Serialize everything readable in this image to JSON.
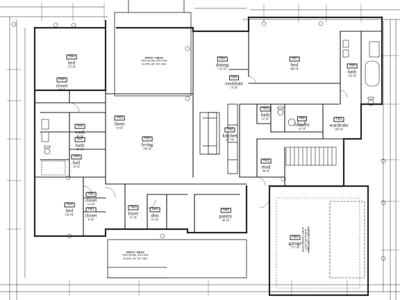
{
  "rooms": [
    {
      "id": "bed-nw",
      "tag": "7844",
      "name": "bed",
      "area": "176 SF"
    },
    {
      "id": "closet-nw",
      "tag": "7845",
      "name": "closet",
      "area": "29 SF"
    },
    {
      "id": "wash",
      "tag": "7846",
      "name": "wash",
      "area": "30 SF"
    },
    {
      "id": "bath-mid",
      "tag": "7847",
      "name": "bath",
      "area": "45 SF"
    },
    {
      "id": "hall",
      "tag": "7848",
      "name": "hall",
      "area": "19 SF"
    },
    {
      "id": "bed-sw",
      "tag": "7849",
      "name": "bed",
      "area": "156 SF"
    },
    {
      "id": "closet-sw-1",
      "tag": "7850",
      "name": "closet",
      "area": "14 SF"
    },
    {
      "id": "closet-sw-2",
      "tag": "7851",
      "name": "closet",
      "area": "8 SF"
    },
    {
      "id": "linen",
      "tag": "7852",
      "name": "linen",
      "area": "14 SF"
    },
    {
      "id": "living",
      "tag": "7853",
      "name": "living",
      "area": "350 SF"
    },
    {
      "id": "dining",
      "tag": "7854",
      "name": "dining",
      "area": "135 SF"
    },
    {
      "id": "vestibule",
      "tag": "7855",
      "name": "vestibule",
      "area": "19 SF"
    },
    {
      "id": "kitchen",
      "tag": "7856",
      "name": "kitchen",
      "area": "247 SF"
    },
    {
      "id": "bed-master",
      "tag": "7857",
      "name": "bed",
      "area": "306 SF"
    },
    {
      "id": "bath-master",
      "tag": "7858",
      "name": "bath",
      "area": "156 SF"
    },
    {
      "id": "bath-pwd",
      "tag": "7859",
      "name": "bath",
      "area": "22 SF"
    },
    {
      "id": "laundry",
      "tag": "7860",
      "name": "laundry",
      "area": "41 SF"
    },
    {
      "id": "wardrobe",
      "tag": "7861",
      "name": "wardrobe",
      "area": "108 SF"
    },
    {
      "id": "mud",
      "tag": "7862",
      "name": "mud",
      "area": "48 SF"
    },
    {
      "id": "foyer",
      "tag": "7863",
      "name": "foyer",
      "area": "67 SF"
    },
    {
      "id": "den",
      "tag": "7864",
      "name": "den",
      "area": "91 SF"
    },
    {
      "id": "pantry",
      "tag": "7865",
      "name": "pantry",
      "area": "40 SF"
    },
    {
      "id": "garage",
      "tag": "7866",
      "name": "garage",
      "area": "575 SF"
    }
  ],
  "notes": {
    "patio_top": {
      "heading": "PATIO / DECK",
      "line1": "PER DETAIL 5/A 4-409",
      "line2": "SLOPE 1/8\" 1FT. MIN."
    },
    "patio_bottom": {
      "heading": "PATIO / DECK",
      "line1": "PER DETAIL 5/A 4-409",
      "line2": "SLOPE 1/8\" 1FT. MIN."
    },
    "garage_cover": {
      "heading": "GARAGE FLOOR FINISH",
      "line1": "SLAB W/ MIN 1/8\"/FT",
      "line2": "SLOPE TOWARD DOOR"
    }
  },
  "colors": {
    "line": "#1a1a1a",
    "wall": "#262626",
    "accent_grid": "#9a9a9a"
  }
}
